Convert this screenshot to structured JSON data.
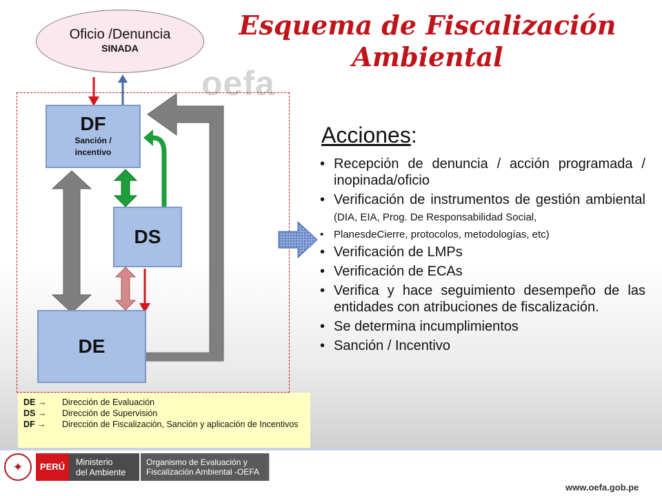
{
  "title": {
    "line1": "Esquema de Fiscalización",
    "line2": "Ambiental"
  },
  "brand_watermark": "oefa",
  "input_oval": {
    "label": "Oficio /Denuncia",
    "sublabel": "SINADA"
  },
  "boxes": {
    "df": {
      "label": "DF",
      "sublabel": "Sanción /",
      "sublabel2": "incentivo"
    },
    "ds": {
      "label": "DS"
    },
    "de": {
      "label": "DE"
    }
  },
  "actions": {
    "heading": "Acciones",
    "heading_suffix": ":",
    "items": [
      "Recepción de denuncia / acción programada / inopinada/oficio",
      "Verificación de instrumentos de gestión ambiental",
      "(DIA, EIA, Prog. De Responsabilidad Social,",
      "PlanesdeCierre, protocolos, metodologías, etc)",
      "Verificación de LMPs",
      "Verificación de ECAs",
      "Verifica y hace seguimiento desempeño de las entidades con atribuciones de fiscalización.",
      "Se determina incumplimientos",
      "Sanción / Incentivo"
    ]
  },
  "legend": {
    "de_code": "DE",
    "de_text": "Dirección de Evaluación",
    "ds_code": "DS",
    "ds_text": "Dirección de Supervisión",
    "df_code": "DF",
    "df_text": "Dirección de Fiscalización, Sanción y aplicación de Incentivos",
    "arrow": "→"
  },
  "footer": {
    "peru": "PERÚ",
    "ministry_line1": "Ministerio",
    "ministry_line2": "del Ambiente",
    "org_line1": "Organismo de Evaluación y",
    "org_line2": "Fiscalización Ambiental -OEFA",
    "url": "www.oefa.gob.pe"
  },
  "colors": {
    "title": "#c0141b",
    "box_fill": "#a8c0e6",
    "arrow_gray": "#7f7f7f",
    "arrow_green": "#1e9e3a",
    "arrow_pink": "#d48a8a",
    "arrow_red": "#d2161c",
    "arrow_blue": "#4a6aa8"
  }
}
